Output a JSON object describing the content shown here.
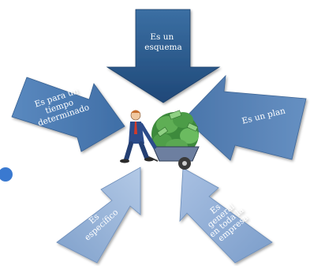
{
  "diagram": {
    "arrows": [
      {
        "id": "top",
        "lines": [
          "Es un",
          "esquema"
        ],
        "color": "#2f5f8f"
      },
      {
        "id": "right",
        "lines": [
          "Es un plan"
        ],
        "color": "#5883b6"
      },
      {
        "id": "left",
        "lines": [
          "Es para un",
          "tiempo",
          "determinado"
        ],
        "color": "#4f7eb4"
      },
      {
        "id": "bottom-left",
        "lines": [
          "Es",
          "específico"
        ],
        "color": "#9db8da"
      },
      {
        "id": "bottom-right",
        "lines": [
          "Es",
          "general",
          "en toda la",
          "empresa"
        ],
        "color": "#8fadd3"
      }
    ],
    "center_image": "man-pushing-wheelbarrow-of-money",
    "bullet_color": "#3a79d0"
  }
}
